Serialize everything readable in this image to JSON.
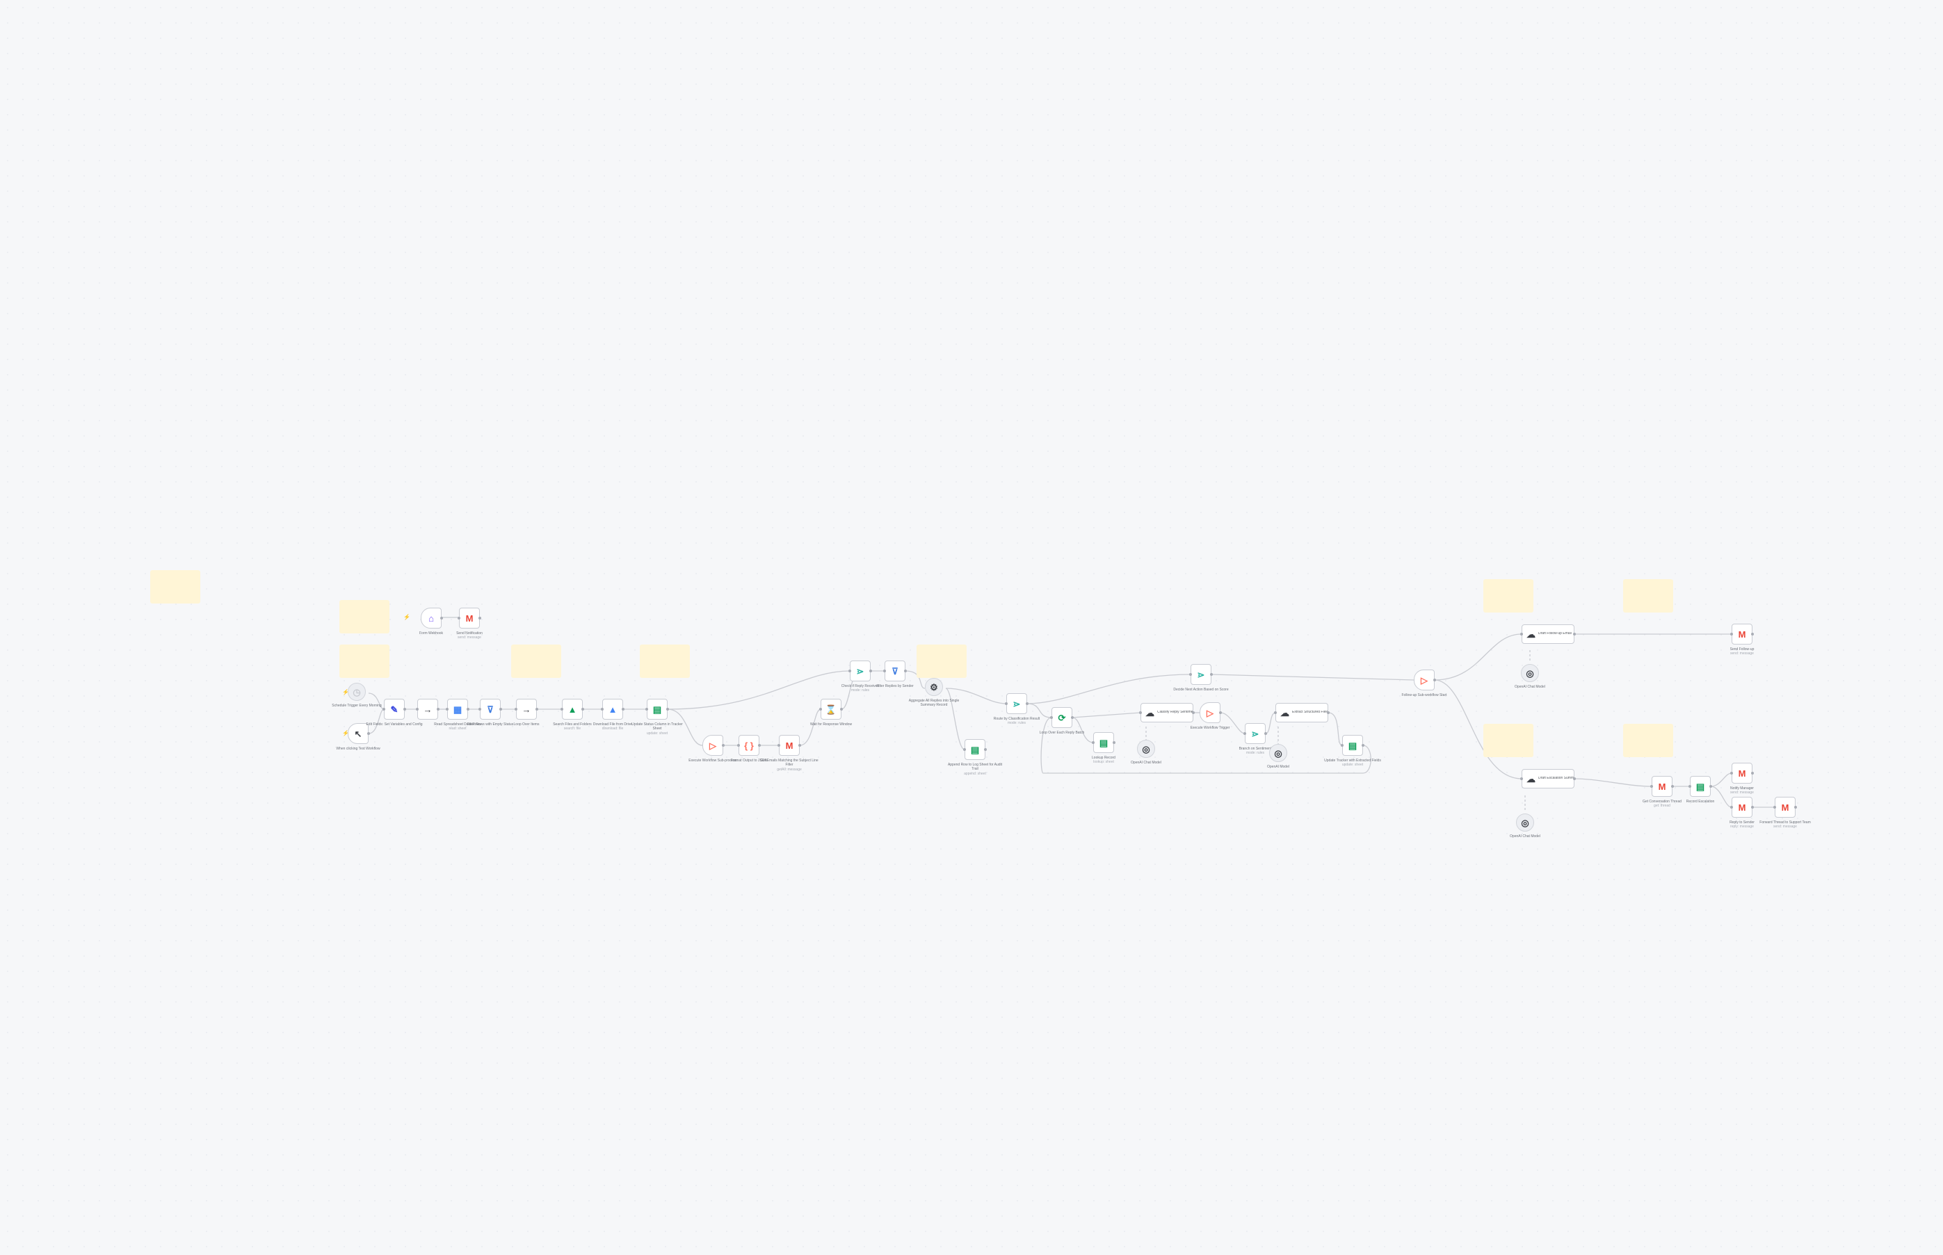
{
  "colors": {
    "canvas": "#f6f7f9",
    "sticky_note": "#fff5d6",
    "edge": "#c9cbd1",
    "node_border": "#c9ccd3",
    "gmail_red": "#ea4335",
    "sheets_green": "#0f9d58",
    "drive_blue": "#4285f4",
    "filter_blue": "#3d7be0",
    "switch_teal": "#2bb3a3",
    "trigger_orange": "#ff6d5a",
    "set_blue": "#3b49df",
    "webhook_purple": "#7a5af8",
    "ai_dark": "#3c3f45"
  },
  "sticky_notes": [
    "",
    "",
    "",
    "",
    "",
    "",
    "",
    "",
    "",
    "",
    ""
  ],
  "nodes": [
    {
      "key": "webhook",
      "icon": "house-icon",
      "glyph": "⌂",
      "label": "Form Webhook",
      "sub": ""
    },
    {
      "key": "gmail_top",
      "icon": "gmail-icon",
      "glyph": "M",
      "label": "Send Notification",
      "sub": "send: message"
    },
    {
      "key": "trigger_manual",
      "icon": "clock-icon",
      "glyph": "◷",
      "label": "Schedule Trigger Every Morning",
      "sub": ""
    },
    {
      "key": "trigger_click",
      "icon": "pointer-icon",
      "glyph": "↖",
      "label": "When clicking Test Workflow",
      "sub": ""
    },
    {
      "key": "set_fields",
      "icon": "pencil-icon",
      "glyph": "✎",
      "label": "Edit Fields: Set Variables and Config",
      "sub": ""
    },
    {
      "key": "merge_a",
      "icon": "arrow-right-icon",
      "glyph": "→",
      "label": "",
      "sub": ""
    },
    {
      "key": "sheet_read",
      "icon": "table-icon",
      "glyph": "▦",
      "label": "Read Spreadsheet Data Rows",
      "sub": "read: sheet"
    },
    {
      "key": "filter_a",
      "icon": "filter-icon",
      "glyph": "⊽",
      "label": "Filter Rows with Empty Status",
      "sub": ""
    },
    {
      "key": "merge_b",
      "icon": "arrow-right-icon",
      "glyph": "→",
      "label": "Loop Over Items",
      "sub": ""
    },
    {
      "key": "drive_a",
      "icon": "drive-icon",
      "glyph": "▲",
      "label": "Search Files and Folders",
      "sub": "search: file"
    },
    {
      "key": "drive_b",
      "icon": "drive-icon",
      "glyph": "▲",
      "label": "Download File from Drive",
      "sub": "download: file"
    },
    {
      "key": "sheet_update",
      "icon": "sheets-icon",
      "glyph": "▤",
      "label": "Update Status Column in Tracker Sheet",
      "sub": "update: sheet"
    },
    {
      "key": "trigger_sub",
      "icon": "play-icon",
      "glyph": "▷",
      "label": "Execute Workflow Sub-process",
      "sub": ""
    },
    {
      "key": "code_a",
      "icon": "code-icon",
      "glyph": "{ }",
      "label": "Format Output to JSON",
      "sub": ""
    },
    {
      "key": "gmail_mid",
      "icon": "gmail-icon",
      "glyph": "M",
      "label": "Get Emails Matching the Subject Line Filter",
      "sub": "getAll: message"
    },
    {
      "key": "wait_a",
      "icon": "hourglass-icon",
      "glyph": "⌛",
      "label": "Wait for Response Window",
      "sub": ""
    },
    {
      "key": "switch_a",
      "icon": "switch-icon",
      "glyph": "⋗",
      "label": "Check if Reply Received",
      "sub": "mode: rules"
    },
    {
      "key": "filter_b",
      "icon": "filter-icon",
      "glyph": "⊽",
      "label": "Filter Replies by Sender",
      "sub": ""
    },
    {
      "key": "gear_a",
      "icon": "gear-icon",
      "glyph": "⚙",
      "label": "Aggregate All Replies into Single Summary Record",
      "sub": ""
    },
    {
      "key": "sheet_log",
      "icon": "sheets-icon",
      "glyph": "▤",
      "label": "Append Row to Log Sheet for Audit Trail",
      "sub": "append: sheet"
    },
    {
      "key": "switch_b",
      "icon": "switch-icon",
      "glyph": "⋗",
      "label": "Route by Classification Result",
      "sub": "mode: rules"
    },
    {
      "key": "loop_c",
      "icon": "refresh-icon",
      "glyph": "⟳",
      "label": "Loop Over Each Reply Batch",
      "sub": ""
    },
    {
      "key": "sheet_c",
      "icon": "sheets-icon",
      "glyph": "▤",
      "label": "Lookup Record",
      "sub": "lookup: sheet"
    },
    {
      "key": "ai_a",
      "icon": "ai-agent-icon",
      "glyph": "☁",
      "label": "Classify Reply Sentiment",
      "sub": ""
    },
    {
      "key": "model_a",
      "icon": "model-icon",
      "glyph": "◎",
      "label": "OpenAI Chat Model",
      "sub": ""
    },
    {
      "key": "trigger_c",
      "icon": "play-icon",
      "glyph": "▷",
      "label": "Execute Workflow Trigger",
      "sub": ""
    },
    {
      "key": "switch_c",
      "icon": "switch-icon",
      "glyph": "⋗",
      "label": "Branch on Sentiment",
      "sub": "mode: rules"
    },
    {
      "key": "ai_b",
      "icon": "ai-agent-icon",
      "glyph": "☁",
      "label": "Extract Structured Fields",
      "sub": ""
    },
    {
      "key": "model_b",
      "icon": "model-icon",
      "glyph": "◎",
      "label": "OpenAI Model",
      "sub": ""
    },
    {
      "key": "sheet_d",
      "icon": "sheets-icon",
      "glyph": "▤",
      "label": "Update Tracker with Extracted Fields",
      "sub": "update: sheet"
    },
    {
      "key": "switch_top",
      "icon": "switch-icon",
      "glyph": "⋗",
      "label": "Decide Next Action Based on Score",
      "sub": ""
    },
    {
      "key": "trigger_right",
      "icon": "play-icon",
      "glyph": "▷",
      "label": "Follow-up Sub-workflow Start",
      "sub": ""
    },
    {
      "key": "ai_top",
      "icon": "ai-agent-icon",
      "glyph": "☁",
      "label": "Draft Follow-up Email",
      "sub": ""
    },
    {
      "key": "model_top",
      "icon": "model-icon",
      "glyph": "◎",
      "label": "OpenAI Chat Model",
      "sub": ""
    },
    {
      "key": "gmail_right_top",
      "icon": "gmail-icon",
      "glyph": "M",
      "label": "Send Follow-up",
      "sub": "send: message"
    },
    {
      "key": "ai_bot",
      "icon": "ai-agent-icon",
      "glyph": "☁",
      "label": "Draft Escalation Summary",
      "sub": ""
    },
    {
      "key": "model_bot",
      "icon": "model-icon",
      "glyph": "◎",
      "label": "OpenAI Chat Model",
      "sub": ""
    },
    {
      "key": "gmail_bot_a",
      "icon": "gmail-icon",
      "glyph": "M",
      "label": "Get Conversation Thread",
      "sub": "get: thread"
    },
    {
      "key": "sheet_bot",
      "icon": "sheets-icon",
      "glyph": "▤",
      "label": "Record Escalation",
      "sub": ""
    },
    {
      "key": "gmail_bot_b",
      "icon": "gmail-icon",
      "glyph": "M",
      "label": "Notify Manager",
      "sub": "send: message"
    },
    {
      "key": "gmail_bot_c",
      "icon": "gmail-icon",
      "glyph": "M",
      "label": "Reply to Sender",
      "sub": "reply: message"
    },
    {
      "key": "gmail_bot_d",
      "icon": "gmail-icon",
      "glyph": "M",
      "label": "Forward Thread to Support Team",
      "sub": "send: message"
    }
  ]
}
